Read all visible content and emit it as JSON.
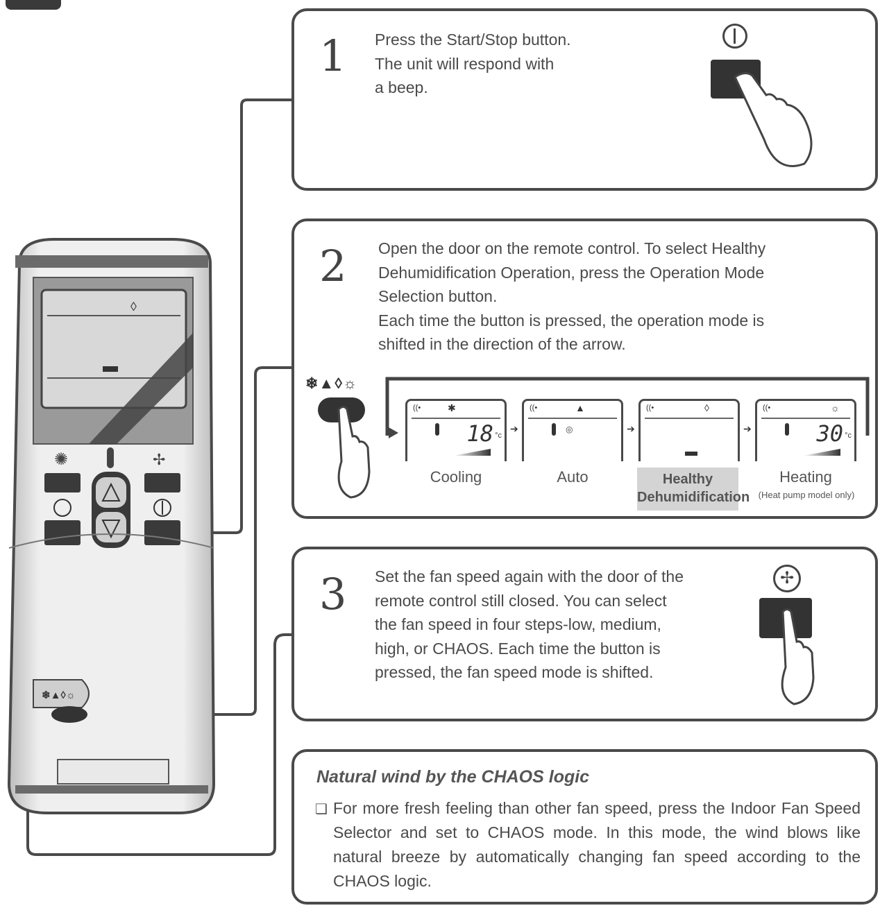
{
  "step1": {
    "number": "1",
    "text": "Press the Start/Stop button.\nThe unit will respond with\na beep."
  },
  "step2": {
    "number": "2",
    "text": "Open the door on the remote control. To select Healthy\nDehumidification Operation, press the Operation Mode\nSelection button.\nEach time the button is pressed, the operation mode is\nshifted in the direction of the arrow.",
    "mode_icons": "❄▲◊☼",
    "modes": [
      {
        "label": "Cooling",
        "temp": "18",
        "unit": "°c"
      },
      {
        "label": "Auto"
      },
      {
        "label_line1": "Healthy",
        "label_line2": "Dehumidification"
      },
      {
        "label": "Heating",
        "note": "(Heat pump model only)",
        "temp": "30",
        "unit": "°c"
      }
    ]
  },
  "step3": {
    "number": "3",
    "text": "Set the fan speed again with the door of the\nremote control still closed. You can select\nthe fan speed in four steps-low, medium,\nhigh, or CHAOS. Each time the button is\npressed, the fan speed mode is shifted."
  },
  "chaos": {
    "title": "Natural wind by the CHAOS logic",
    "bullet": "❑",
    "text": "For more fresh feeling than other fan speed, press the Indoor Fan Speed Selector and set to CHAOS mode. In this mode, the wind blows like natural breeze by automatically changing fan speed according to the CHAOS logic."
  },
  "remote": {
    "door_icons": "❄▲◊☼"
  },
  "colors": {
    "outline": "#4a4a4a",
    "highlight": "#d4d4d4",
    "button": "#333333"
  }
}
